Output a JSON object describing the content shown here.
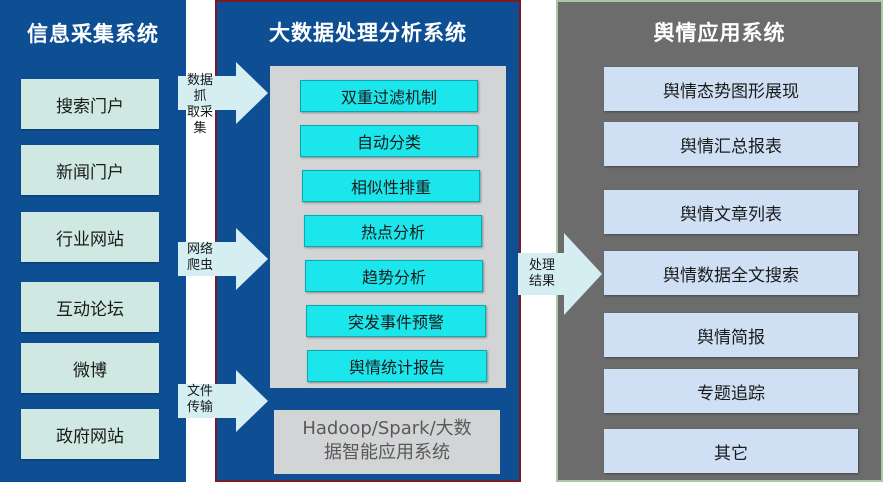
{
  "left_panel": {
    "title": "信息采集系统",
    "sources": [
      "搜索门户",
      "新闻门户",
      "行业网站",
      "互动论坛",
      "微博",
      "政府网站"
    ]
  },
  "arrows_left": [
    {
      "line1": "数据抓",
      "line2": "取采集"
    },
    {
      "line1": "网络",
      "line2": "爬虫"
    },
    {
      "line1": "文件",
      "line2": "传输"
    }
  ],
  "mid_panel": {
    "title": "大数据处理分析系统",
    "functions": [
      "双重过滤机制",
      "自动分类",
      "相似性排重",
      "热点分析",
      "趋势分析",
      "突发事件预警",
      "舆情统计报告"
    ],
    "platform_line1": "Hadoop/Spark/大数",
    "platform_line2": "据智能应用系统"
  },
  "arrow_right": {
    "line1": "处理",
    "line2": "结果"
  },
  "right_panel": {
    "title": "舆情应用系统",
    "outputs": [
      "舆情态势图形展现",
      "舆情汇总报表",
      "舆情文章列表",
      "舆情数据全文搜索",
      "舆情简报",
      "专题追踪",
      "其它"
    ]
  },
  "colors": {
    "panel_blue": "#0e4f94",
    "panel_gray": "#6c6c6c",
    "source_box": "#cfe8e1",
    "function_box": "#1ae6ec",
    "output_box": "#cfe0f5",
    "arrow_fill": "#d4eef2"
  }
}
